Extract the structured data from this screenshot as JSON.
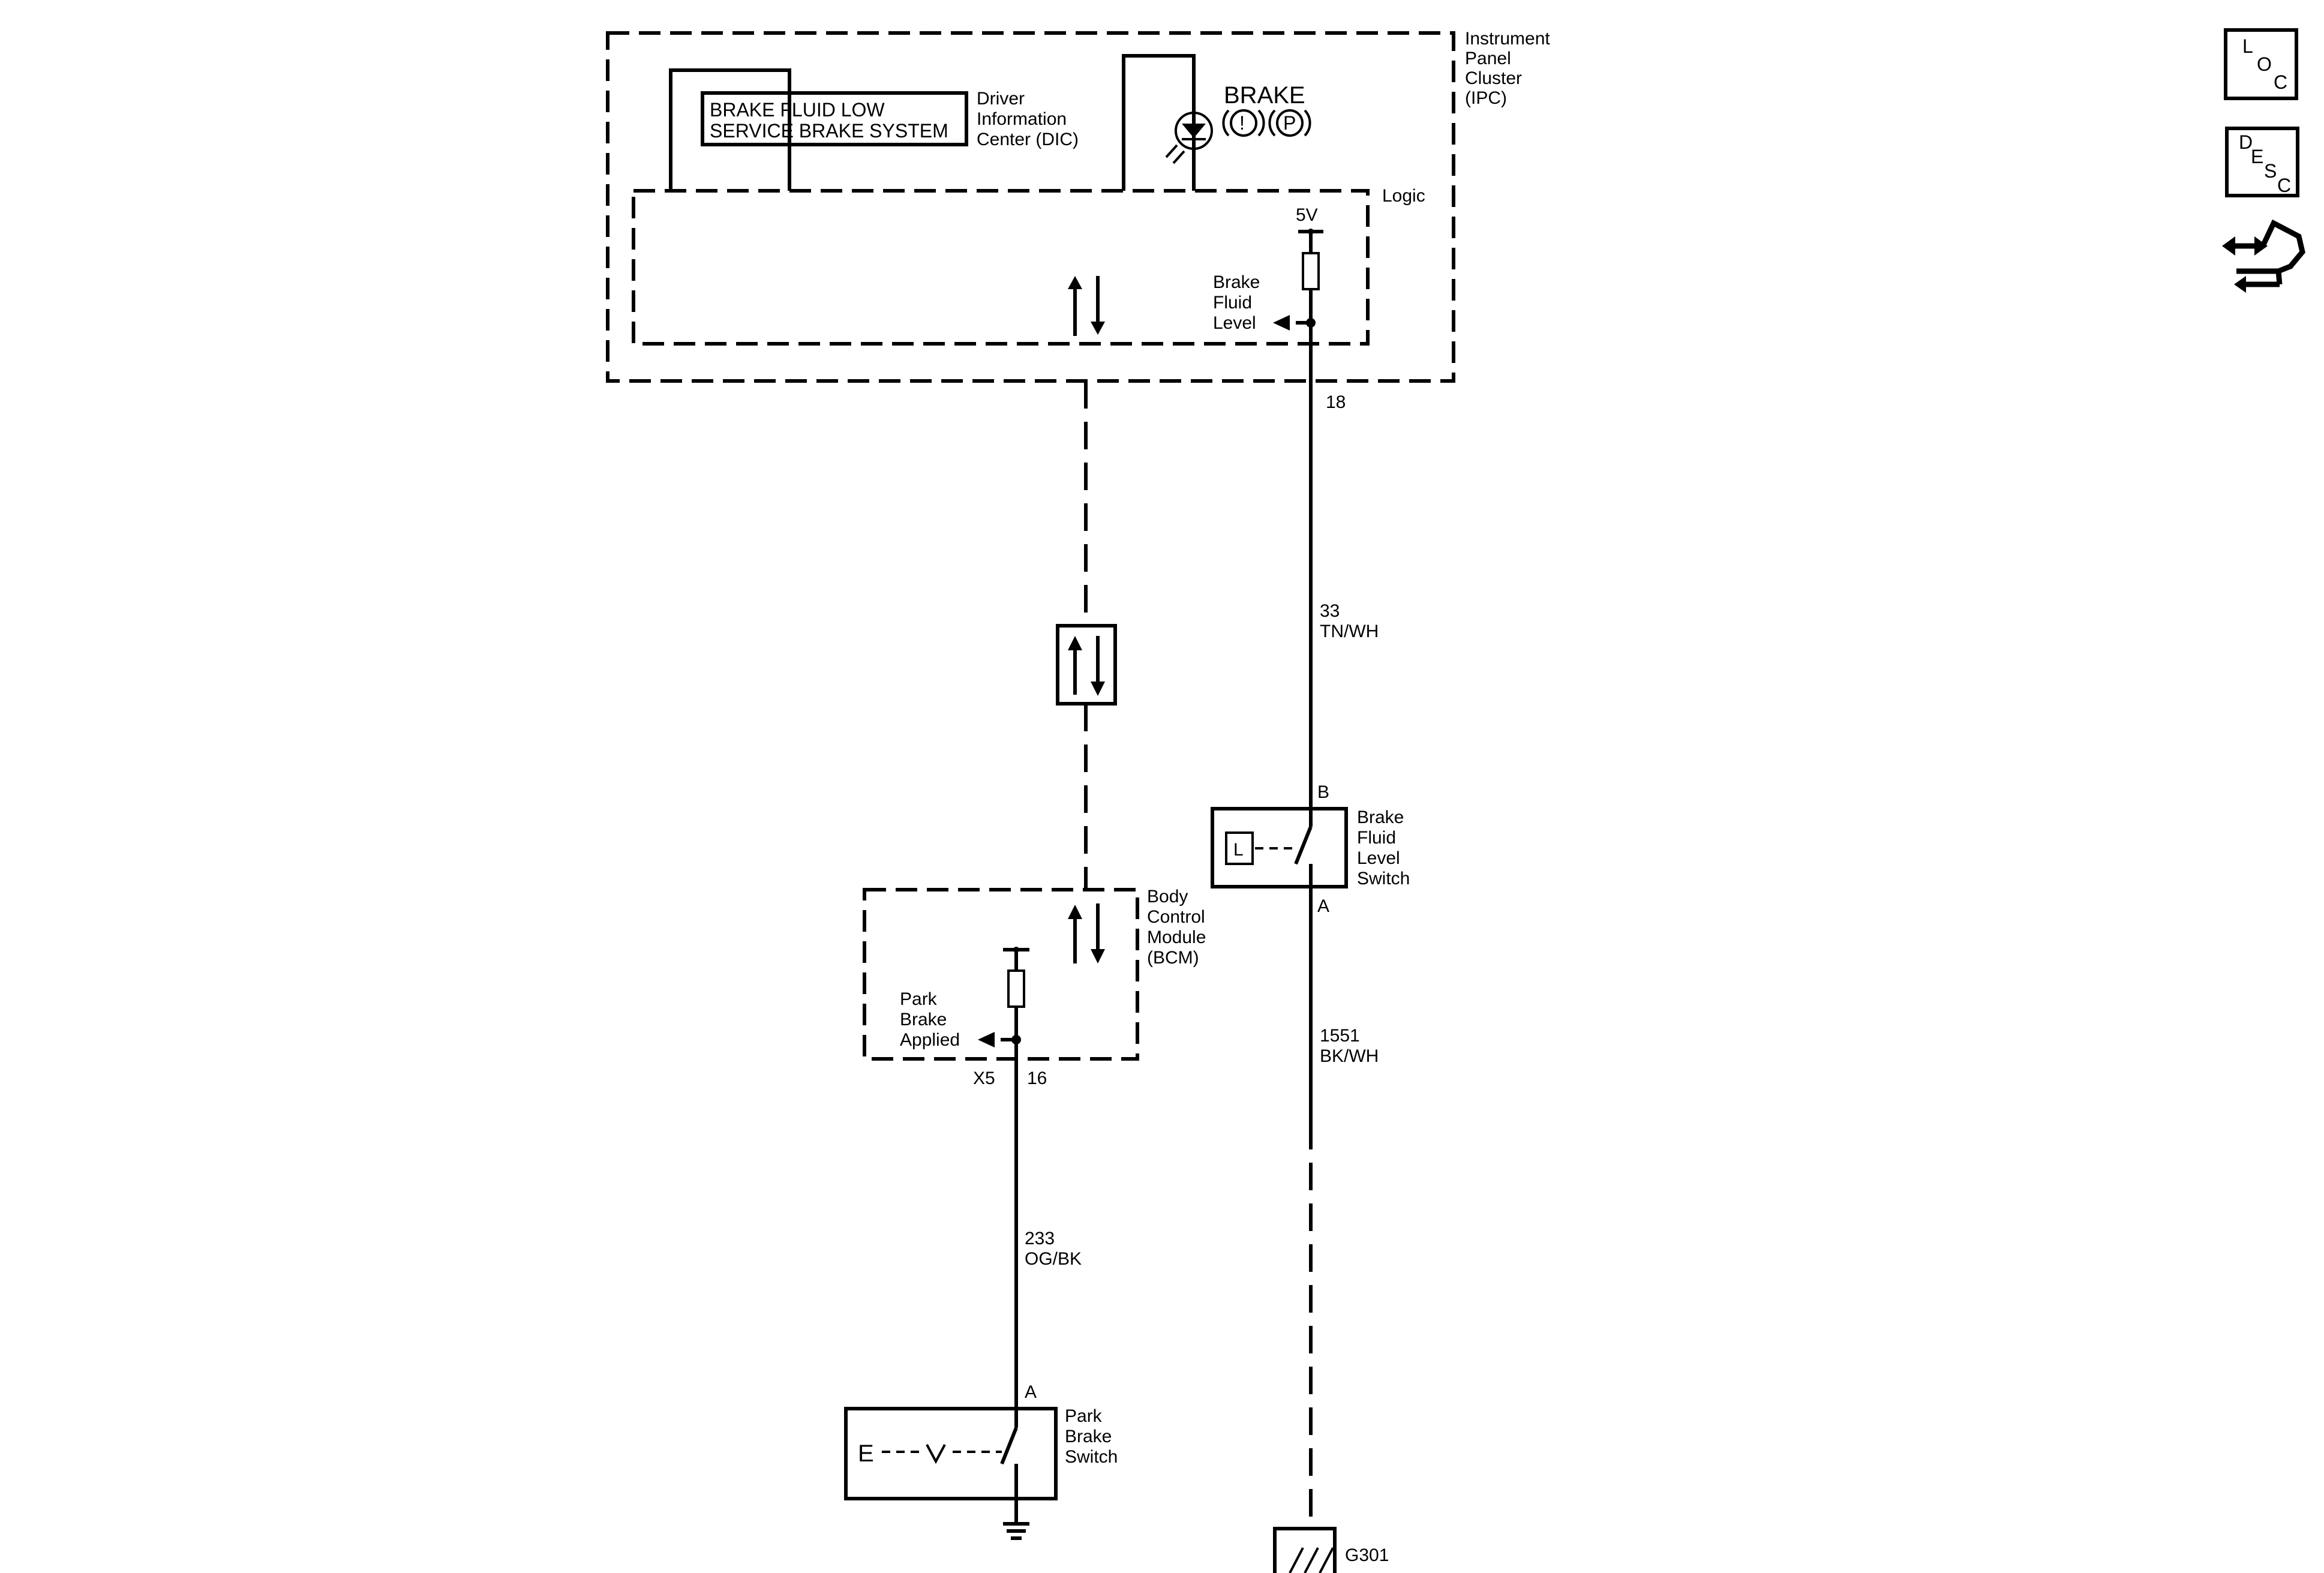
{
  "ipc": {
    "name_lines": [
      "Instrument",
      "Panel",
      "Cluster",
      "(IPC)"
    ],
    "logic_label": "Logic",
    "dic_message_lines": [
      "BRAKE FLUID LOW",
      "SERVICE BRAKE SYSTEM"
    ],
    "dic_label_lines": [
      "Driver",
      "Information",
      "Center (DIC)"
    ],
    "brake_lamp_label": "BRAKE",
    "brake_symbol_1": "!",
    "brake_symbol_2": "P",
    "voltage_label": "5V",
    "input_label_lines": [
      "Brake",
      "Fluid",
      "Level"
    ],
    "pin": "18"
  },
  "bcm": {
    "name_lines": [
      "Body",
      "Control",
      "Module",
      "(BCM)"
    ],
    "input_label_lines": [
      "Park",
      "Brake",
      "Applied"
    ],
    "connector": "X5",
    "pin": "16"
  },
  "wires": {
    "fluid_signal": {
      "circuit": "33",
      "color": "TN/WH"
    },
    "fluid_ground": {
      "circuit": "1551",
      "color": "BK/WH"
    },
    "park_signal": {
      "circuit": "233",
      "color": "OG/BK"
    }
  },
  "brake_fluid_switch": {
    "name_lines": [
      "Brake",
      "Fluid",
      "Level",
      "Switch"
    ],
    "pin_top": "B",
    "pin_bottom": "A",
    "symbol": "L"
  },
  "park_brake_switch": {
    "name_lines": [
      "Park",
      "Brake",
      "Switch"
    ],
    "pin_top": "A",
    "symbol": "E"
  },
  "ground": {
    "label": "G301"
  },
  "side_icons": {
    "loc": [
      "L",
      "O",
      "C"
    ],
    "desc": [
      "D",
      "E",
      "S",
      "C"
    ],
    "connector_icon": "harness-connector-icon"
  }
}
